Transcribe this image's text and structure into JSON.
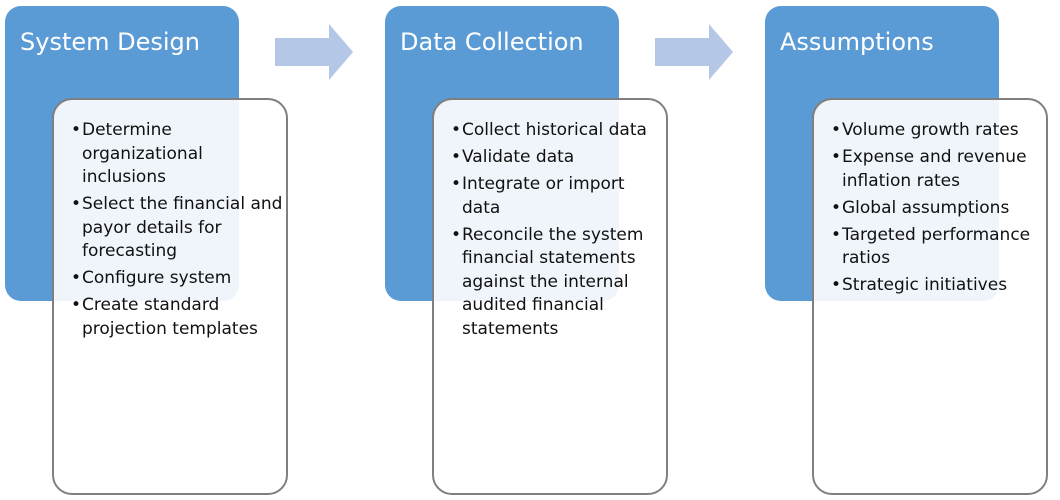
{
  "colors": {
    "header_fill": "#5b9bd5",
    "arrow_fill": "#b4c7e7",
    "box_border": "#7f7f7f"
  },
  "stages": [
    {
      "title": "System Design",
      "items": [
        "Determine organizational inclusions",
        "Select the financial and payor details for forecasting",
        "Configure system",
        "Create standard projection templates"
      ]
    },
    {
      "title": "Data Collection",
      "items": [
        "Collect historical data",
        "Validate data",
        "Integrate or import data",
        "Reconcile the system financial statements against the internal audited financial statements"
      ]
    },
    {
      "title": "Assumptions",
      "items": [
        "Volume growth rates",
        "Expense and revenue inflation rates",
        "Global assumptions",
        "Targeted performance ratios",
        "Strategic initiatives"
      ]
    }
  ]
}
